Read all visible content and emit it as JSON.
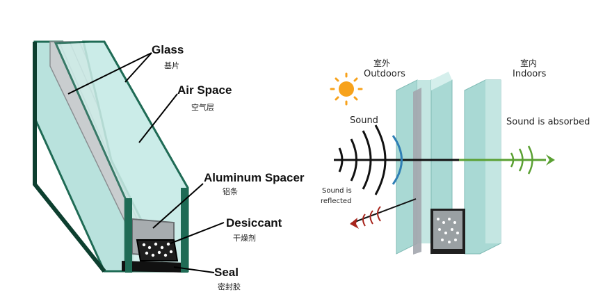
{
  "left_diagram": {
    "glass": {
      "en": "Glass",
      "zh": "基片"
    },
    "air_space": {
      "en": "Air Space",
      "zh": "空气层"
    },
    "aluminum_spacer": {
      "en": "Aluminum Spacer",
      "zh": "铝条"
    },
    "desiccant": {
      "en": "Desiccant",
      "zh": "干燥剂"
    },
    "seal": {
      "en": "Seal",
      "zh": "密封胶"
    }
  },
  "right_diagram": {
    "outdoors": {
      "zh": "室外",
      "en": "Outdoors"
    },
    "indoors": {
      "zh": "室内",
      "en": "Indoors"
    },
    "sound": "Sound",
    "sound_absorbed": "Sound is absorbed",
    "sound_reflected_line1": "Sound is",
    "sound_reflected_line2": "reflected"
  },
  "colors": {
    "glass_fill": "#a9d9d4",
    "glass_edge": "#1f6b55",
    "spacer": "#9ea3a6",
    "sun": "#f7a21b",
    "arrow_green": "#5aa032",
    "arrow_red": "#a8251d",
    "wave_blue": "#2f7fb5"
  }
}
